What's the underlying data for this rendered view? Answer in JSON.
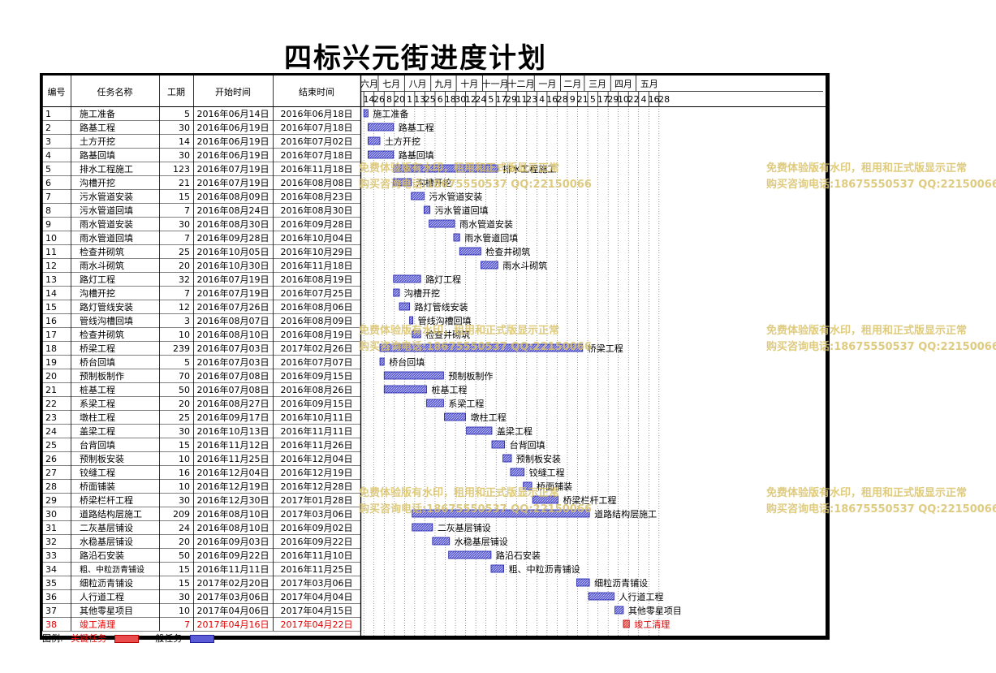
{
  "title": "四标兴元街进度计划",
  "colors": {
    "bar_normal": "#5b5bd6",
    "bar_normal_border": "#1f1fa8",
    "bar_critical": "#e84c4c",
    "critical_text": "#e00000",
    "watermark": "#d9c26a"
  },
  "legend": {
    "label": "图例:",
    "critical": "关键任务",
    "normal": "一般任务"
  },
  "watermark": {
    "line1": "免费体验版有水印，租用和正式版显示正常",
    "line2": "购买咨询电话:18675550537 QQ:22150066"
  },
  "chart_data": {
    "type": "gantt",
    "columns": [
      "编号",
      "任务名称",
      "工期",
      "开始时间",
      "结束时间"
    ],
    "timeline_start": "2016-06-10",
    "months": [
      "六月",
      "七月",
      "八月",
      "九月",
      "十月",
      "十一月",
      "十二月",
      "一月",
      "二月",
      "三月",
      "四月",
      "五月"
    ],
    "day_ticks": [
      "14",
      "26",
      "8",
      "20",
      "1",
      "13",
      "25",
      "6",
      "18",
      "30",
      "12",
      "24",
      "5",
      "17",
      "29",
      "11",
      "23",
      "4",
      "16",
      "28",
      "9",
      "21",
      "5",
      "17",
      "29",
      "10",
      "22",
      "4",
      "16",
      "28"
    ],
    "tasks": [
      {
        "id": "1",
        "name": "施工准备",
        "duration": 5,
        "start": "2016年06月14日",
        "end": "2016年06月18日",
        "s": "2016-06-14",
        "e": "2016-06-18",
        "critical": false
      },
      {
        "id": "2",
        "name": "路基工程",
        "duration": 30,
        "start": "2016年06月19日",
        "end": "2016年07月18日",
        "s": "2016-06-19",
        "e": "2016-07-18",
        "critical": false
      },
      {
        "id": "3",
        "name": "土方开挖",
        "duration": 14,
        "start": "2016年06月19日",
        "end": "2016年07月02日",
        "s": "2016-06-19",
        "e": "2016-07-02",
        "critical": false
      },
      {
        "id": "4",
        "name": "路基回填",
        "duration": 30,
        "start": "2016年06月19日",
        "end": "2016年07月18日",
        "s": "2016-06-19",
        "e": "2016-07-18",
        "critical": false
      },
      {
        "id": "5",
        "name": "排水工程施工",
        "duration": 123,
        "start": "2016年07月19日",
        "end": "2016年11月18日",
        "s": "2016-07-19",
        "e": "2016-11-18",
        "critical": false
      },
      {
        "id": "6",
        "name": "沟槽开挖",
        "duration": 21,
        "start": "2016年07月19日",
        "end": "2016年08月08日",
        "s": "2016-07-19",
        "e": "2016-08-08",
        "critical": false
      },
      {
        "id": "7",
        "name": "污水管道安装",
        "duration": 15,
        "start": "2016年08月09日",
        "end": "2016年08月23日",
        "s": "2016-08-09",
        "e": "2016-08-23",
        "critical": false
      },
      {
        "id": "8",
        "name": "污水管道回填",
        "duration": 7,
        "start": "2016年08月24日",
        "end": "2016年08月30日",
        "s": "2016-08-24",
        "e": "2016-08-30",
        "critical": false
      },
      {
        "id": "9",
        "name": "雨水管道安装",
        "duration": 30,
        "start": "2016年08月30日",
        "end": "2016年09月28日",
        "s": "2016-08-30",
        "e": "2016-09-28",
        "critical": false
      },
      {
        "id": "10",
        "name": "雨水管道回填",
        "duration": 7,
        "start": "2016年09月28日",
        "end": "2016年10月04日",
        "s": "2016-09-28",
        "e": "2016-10-04",
        "critical": false
      },
      {
        "id": "11",
        "name": "检查井砌筑",
        "duration": 25,
        "start": "2016年10月05日",
        "end": "2016年10月29日",
        "s": "2016-10-05",
        "e": "2016-10-29",
        "critical": false
      },
      {
        "id": "12",
        "name": "雨水斗砌筑",
        "duration": 20,
        "start": "2016年10月30日",
        "end": "2016年11月18日",
        "s": "2016-10-30",
        "e": "2016-11-18",
        "critical": false
      },
      {
        "id": "13",
        "name": "路灯工程",
        "duration": 32,
        "start": "2016年07月19日",
        "end": "2016年08月19日",
        "s": "2016-07-19",
        "e": "2016-08-19",
        "critical": false
      },
      {
        "id": "14",
        "name": "沟槽开挖",
        "duration": 7,
        "start": "2016年07月19日",
        "end": "2016年07月25日",
        "s": "2016-07-19",
        "e": "2016-07-25",
        "critical": false
      },
      {
        "id": "15",
        "name": "路灯管线安装",
        "duration": 12,
        "start": "2016年07月26日",
        "end": "2016年08月06日",
        "s": "2016-07-26",
        "e": "2016-08-06",
        "critical": false
      },
      {
        "id": "16",
        "name": "管线沟槽回填",
        "duration": 3,
        "start": "2016年08月07日",
        "end": "2016年08月09日",
        "s": "2016-08-07",
        "e": "2016-08-09",
        "critical": false
      },
      {
        "id": "17",
        "name": "检查井砌筑",
        "duration": 10,
        "start": "2016年08月10日",
        "end": "2016年08月19日",
        "s": "2016-08-10",
        "e": "2016-08-19",
        "critical": false
      },
      {
        "id": "18",
        "name": "桥梁工程",
        "duration": 239,
        "start": "2016年07月03日",
        "end": "2017年02月26日",
        "s": "2016-07-03",
        "e": "2017-02-26",
        "critical": false
      },
      {
        "id": "19",
        "name": "桥台回填",
        "duration": 5,
        "start": "2016年07月03日",
        "end": "2016年07月07日",
        "s": "2016-07-03",
        "e": "2016-07-07",
        "critical": false
      },
      {
        "id": "20",
        "name": "预制板制作",
        "duration": 70,
        "start": "2016年07月08日",
        "end": "2016年09月15日",
        "s": "2016-07-08",
        "e": "2016-09-15",
        "critical": false
      },
      {
        "id": "21",
        "name": "桩基工程",
        "duration": 50,
        "start": "2016年07月08日",
        "end": "2016年08月26日",
        "s": "2016-07-08",
        "e": "2016-08-26",
        "critical": false
      },
      {
        "id": "22",
        "name": "系梁工程",
        "duration": 20,
        "start": "2016年08月27日",
        "end": "2016年09月15日",
        "s": "2016-08-27",
        "e": "2016-09-15",
        "critical": false
      },
      {
        "id": "23",
        "name": "墩柱工程",
        "duration": 25,
        "start": "2016年09月17日",
        "end": "2016年10月11日",
        "s": "2016-09-17",
        "e": "2016-10-11",
        "critical": false
      },
      {
        "id": "24",
        "name": "盖梁工程",
        "duration": 30,
        "start": "2016年10月13日",
        "end": "2016年11月11日",
        "s": "2016-10-13",
        "e": "2016-11-11",
        "critical": false
      },
      {
        "id": "25",
        "name": "台背回填",
        "duration": 15,
        "start": "2016年11月12日",
        "end": "2016年11月26日",
        "s": "2016-11-12",
        "e": "2016-11-26",
        "critical": false
      },
      {
        "id": "26",
        "name": "预制板安装",
        "duration": 10,
        "start": "2016年11月25日",
        "end": "2016年12月04日",
        "s": "2016-11-25",
        "e": "2016-12-04",
        "critical": false
      },
      {
        "id": "27",
        "name": "铰缝工程",
        "duration": 16,
        "start": "2016年12月04日",
        "end": "2016年12月19日",
        "s": "2016-12-04",
        "e": "2016-12-19",
        "critical": false
      },
      {
        "id": "28",
        "name": "桥面铺装",
        "duration": 10,
        "start": "2016年12月19日",
        "end": "2016年12月28日",
        "s": "2016-12-19",
        "e": "2016-12-28",
        "critical": false
      },
      {
        "id": "29",
        "name": "桥梁栏杆工程",
        "duration": 30,
        "start": "2016年12月30日",
        "end": "2017年01月28日",
        "s": "2016-12-30",
        "e": "2017-01-28",
        "critical": false
      },
      {
        "id": "30",
        "name": "道路结构层施工",
        "duration": 209,
        "start": "2016年08月10日",
        "end": "2017年03月06日",
        "s": "2016-08-10",
        "e": "2017-03-06",
        "critical": false
      },
      {
        "id": "31",
        "name": "二灰基层铺设",
        "duration": 24,
        "start": "2016年08月10日",
        "end": "2016年09月02日",
        "s": "2016-08-10",
        "e": "2016-09-02",
        "critical": false
      },
      {
        "id": "32",
        "name": "水稳基层铺设",
        "duration": 20,
        "start": "2016年09月03日",
        "end": "2016年09月22日",
        "s": "2016-09-03",
        "e": "2016-09-22",
        "critical": false
      },
      {
        "id": "33",
        "name": "路沿石安装",
        "duration": 50,
        "start": "2016年09月22日",
        "end": "2016年11月10日",
        "s": "2016-09-22",
        "e": "2016-11-10",
        "critical": false
      },
      {
        "id": "34",
        "name": "粗、中粒沥青铺设",
        "duration": 15,
        "start": "2016年11月11日",
        "end": "2016年11月25日",
        "s": "2016-11-11",
        "e": "2016-11-25",
        "critical": false
      },
      {
        "id": "35",
        "name": "细粒沥青铺设",
        "duration": 15,
        "start": "2017年02月20日",
        "end": "2017年03月06日",
        "s": "2017-02-20",
        "e": "2017-03-06",
        "critical": false
      },
      {
        "id": "36",
        "name": "人行道工程",
        "duration": 30,
        "start": "2017年03月06日",
        "end": "2017年04月04日",
        "s": "2017-03-06",
        "e": "2017-04-04",
        "critical": false
      },
      {
        "id": "37",
        "name": "其他零星项目",
        "duration": 10,
        "start": "2017年04月06日",
        "end": "2017年04月15日",
        "s": "2017-04-06",
        "e": "2017-04-15",
        "critical": false
      },
      {
        "id": "38",
        "name": "竣工清理",
        "duration": 7,
        "start": "2017年04月16日",
        "end": "2017年04月22日",
        "s": "2017-04-16",
        "e": "2017-04-22",
        "critical": true
      }
    ]
  }
}
